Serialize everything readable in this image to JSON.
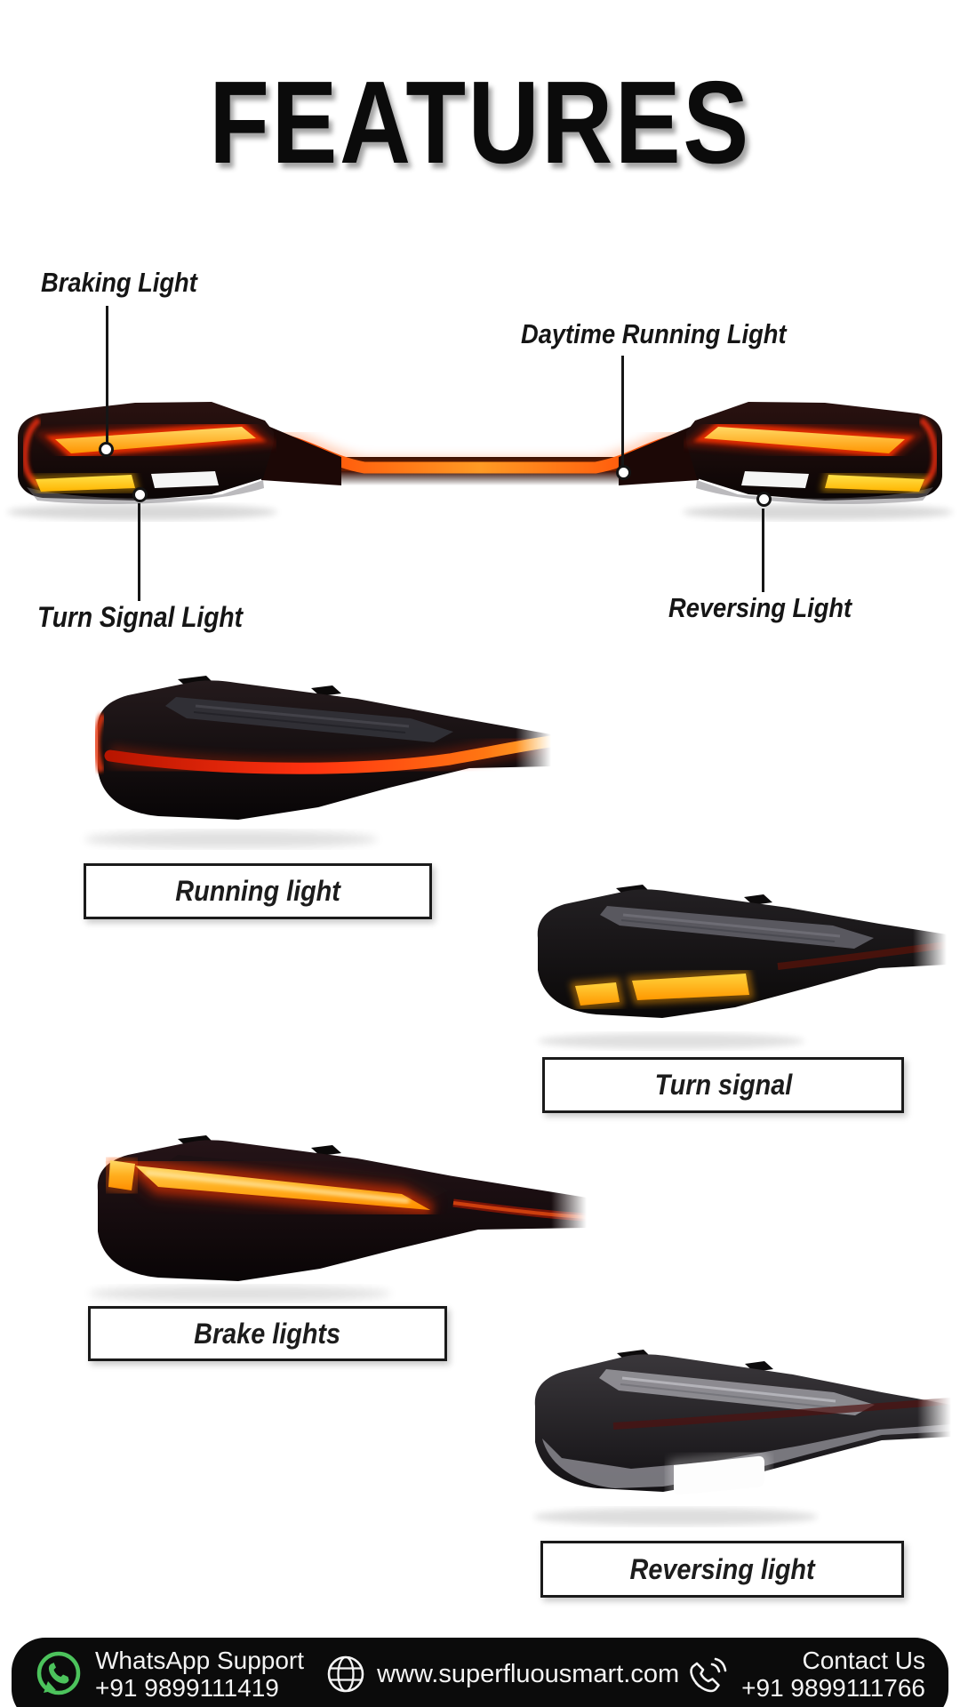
{
  "page": {
    "title": "FEATURES",
    "background": "#ffffff"
  },
  "diagram": {
    "callouts": [
      {
        "id": "braking",
        "label": "Braking Light"
      },
      {
        "id": "drl",
        "label": "Daytime Running Light"
      },
      {
        "id": "turn",
        "label": "Turn Signal Light"
      },
      {
        "id": "reversing",
        "label": "Reversing Light"
      }
    ]
  },
  "features": [
    {
      "id": "running",
      "label": "Running light"
    },
    {
      "id": "turn",
      "label": "Turn signal"
    },
    {
      "id": "brake",
      "label": "Brake lights"
    },
    {
      "id": "reversing",
      "label": "Reversing light"
    }
  ],
  "footer": {
    "whatsapp": {
      "title": "WhatsApp Support",
      "number": "+91 9899111419"
    },
    "website": {
      "label": "www.superfluousmart.com"
    },
    "contact": {
      "title": "Contact Us",
      "number": "+91 9899111766"
    }
  },
  "colors": {
    "accent_amber": "#FFB400",
    "accent_red": "#E8330A",
    "footer_bg": "#0B0B0B",
    "whatsapp_green": "#4CC35C",
    "lamp_body": "#170909"
  }
}
